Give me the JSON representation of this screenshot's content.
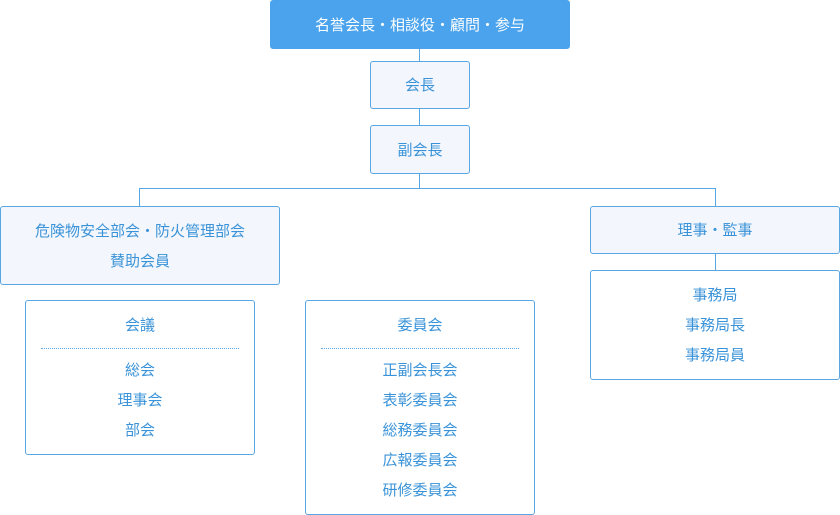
{
  "top_box": {
    "label": "名誉会長・相談役・顧問・参与"
  },
  "chair_box": {
    "label": "会長"
  },
  "vice_chair_box": {
    "label": "副会長"
  },
  "left_box": {
    "lines": [
      "危険物安全部会・防火管理部会",
      "賛助会員"
    ]
  },
  "right_box": {
    "label": "理事・監事"
  },
  "secretariat": {
    "items": [
      "事務局",
      "事務局長",
      "事務局員"
    ]
  },
  "assembly": {
    "title": "会議",
    "items": [
      "総会",
      "理事会",
      "部会"
    ]
  },
  "committee": {
    "title": "委員会",
    "items": [
      "正副会長会",
      "表彰委員会",
      "総務委員会",
      "広報委員会",
      "研修委員会"
    ]
  },
  "colors": {
    "accent": "#4aa3ec",
    "line": "#58a6e2",
    "tint": "#f3f6fc",
    "text": "#3a93d8"
  }
}
